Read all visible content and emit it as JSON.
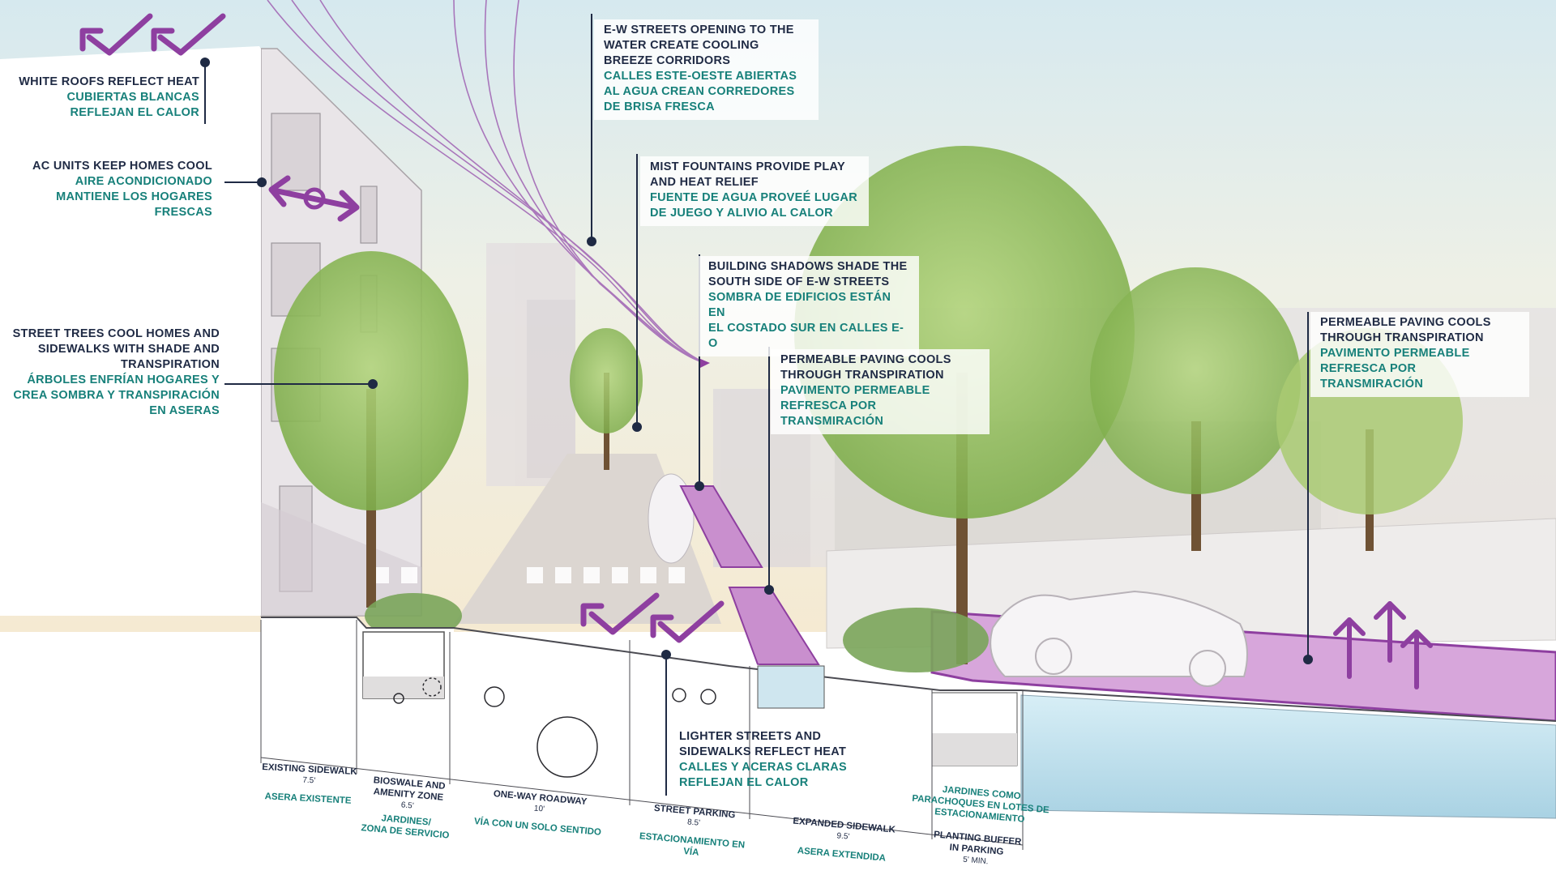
{
  "callouts": {
    "white_roofs": {
      "en": [
        "WHITE ROOFS REFLECT HEAT"
      ],
      "es": [
        "CUBIERTAS BLANCAS",
        "REFLEJAN EL CALOR"
      ]
    },
    "ac_units": {
      "en": [
        "AC UNITS KEEP HOMES COOL"
      ],
      "es": [
        "AIRE ACONDICIONADO",
        "MANTIENE LOS HOGARES FRESCAS"
      ]
    },
    "street_trees": {
      "en": [
        "STREET TREES COOL HOMES AND",
        "SIDEWALKS WITH SHADE AND",
        "TRANSPIRATION"
      ],
      "es": [
        "ÁRBOLES ENFRÍAN HOGARES Y",
        "CREA SOMBRA Y TRANSPIRACIÓN",
        "EN ASERAS"
      ]
    },
    "ew_streets": {
      "en": [
        "E-W STREETS OPENING TO THE",
        "WATER CREATE COOLING",
        "BREEZE CORRIDORS"
      ],
      "es": [
        "CALLES ESTE-OESTE ABIERTAS",
        "AL AGUA CREAN CORREDORES",
        "DE BRISA FRESCA"
      ]
    },
    "mist_fountains": {
      "en": [
        "MIST FOUNTAINS PROVIDE PLAY",
        "AND HEAT RELIEF"
      ],
      "es": [
        "FUENTE DE AGUA PROVEÉ LUGAR",
        "DE JUEGO Y ALIVIO AL CALOR"
      ]
    },
    "building_shadows": {
      "en": [
        "BUILDING SHADOWS SHADE THE",
        "SOUTH SIDE OF E-W STREETS"
      ],
      "es": [
        "SOMBRA DE EDIFICIOS ESTÁN EN",
        "EL COSTADO SUR EN CALLES E-O"
      ]
    },
    "permeable_center": {
      "en": [
        "PERMEABLE PAVING COOLS",
        "THROUGH TRANSPIRATION"
      ],
      "es": [
        "PAVIMENTO PERMEABLE",
        "REFRESCA POR TRANSMIRACIÓN"
      ]
    },
    "permeable_right": {
      "en": [
        "PERMEABLE PAVING COOLS",
        "THROUGH TRANSPIRATION"
      ],
      "es": [
        "PAVIMENTO PERMEABLE",
        "REFRESCA POR TRANSMIRACIÓN"
      ]
    },
    "lighter_streets": {
      "en": [
        "LIGHTER STREETS AND",
        "SIDEWALKS REFLECT HEAT"
      ],
      "es": [
        "CALLES Y ACERAS CLARAS",
        "REFLEJAN EL CALOR"
      ]
    }
  },
  "dimensions": {
    "existing_sidewalk": {
      "en": [
        "EXISTING SIDEWALK"
      ],
      "size": "7.5'",
      "es": [
        "ASERA EXISTENTE"
      ]
    },
    "bioswale": {
      "en": [
        "BIOSWALE AND",
        "AMENITY ZONE"
      ],
      "size": "6.5'",
      "es": [
        "JARDINES/",
        "ZONA DE SERVICIO"
      ]
    },
    "roadway": {
      "en": [
        "ONE-WAY ROADWAY"
      ],
      "size": "10'",
      "es": [
        "VÍA CON UN SOLO SENTIDO"
      ]
    },
    "street_parking": {
      "en": [
        "STREET PARKING"
      ],
      "size": "8.5'",
      "es": [
        "ESTACIONAMIENTO EN VÍA"
      ]
    },
    "expanded_sidewalk": {
      "en": [
        "EXPANDED SIDEWALK"
      ],
      "size": "9.5'",
      "es": [
        "ASERA EXTENDIDA"
      ]
    },
    "planting_buffer": {
      "en": [
        "PLANTING BUFFER",
        "IN PARKING"
      ],
      "size": "5' MIN.",
      "es": []
    },
    "jardines_parachoques": {
      "en": [],
      "size": "",
      "es": [
        "JARDINES COMO",
        "PARACHOQUES EN LOTES DE",
        "ESTACIONAMIENTO"
      ]
    }
  },
  "colors": {
    "accent_purple": "#8e3fa0",
    "navy_text": "#1f2a44",
    "teal_text": "#17807a",
    "permeable_fill": "#c98fce",
    "tree_green": "#8fbf5a"
  },
  "icons": [
    "checkmark-arrow-icon",
    "double-arrow-icon",
    "up-arrow-icon",
    "breeze-lines-icon"
  ]
}
